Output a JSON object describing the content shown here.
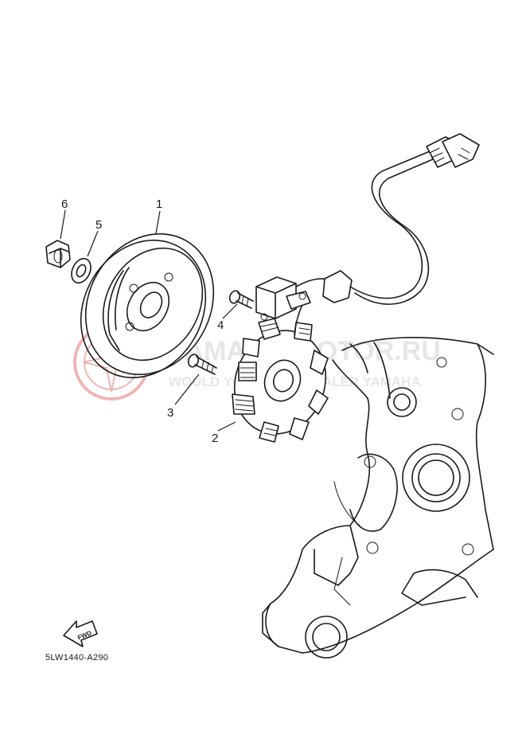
{
  "diagram": {
    "callouts": [
      {
        "id": "1",
        "label": "1"
      },
      {
        "id": "2",
        "label": "2"
      },
      {
        "id": "3",
        "label": "3"
      },
      {
        "id": "4",
        "label": "4"
      },
      {
        "id": "5",
        "label": "5"
      },
      {
        "id": "6",
        "label": "6"
      }
    ],
    "diagram_code": "5LW1440-A290",
    "fwd_label": "FWD",
    "watermark": {
      "brand": "YAMAHA-MOTOR.RU",
      "tagline": "WOULD YOU LIKE A DEALER YAMAHA"
    },
    "colors": {
      "line": "#1a1a1a",
      "watermark_logo": "#f0b5b5",
      "watermark_text": "#e6e6e6"
    }
  }
}
